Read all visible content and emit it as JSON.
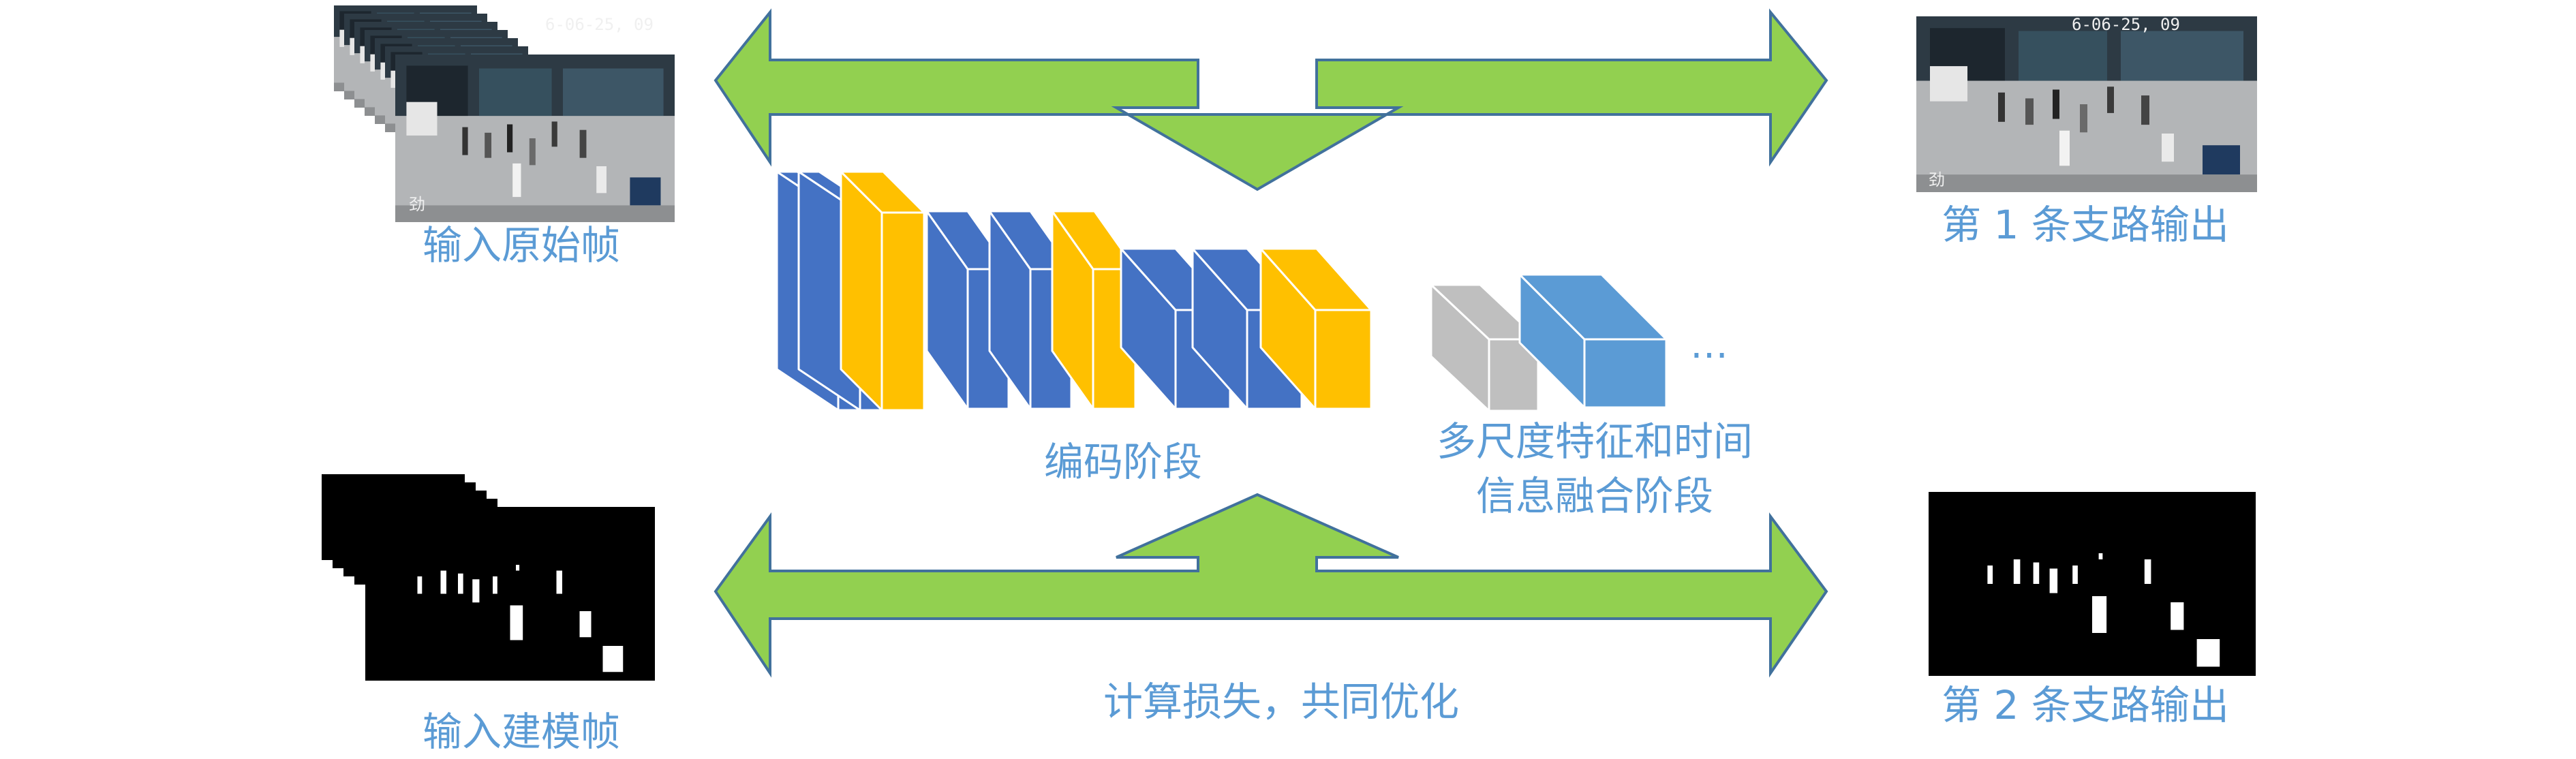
{
  "labels": {
    "input_raw": "输入原始帧",
    "input_model": "输入建模帧",
    "output_1": "第 1 条支路输出",
    "output_2": "第 2 条支路输出",
    "encode_stage": "编码阶段",
    "fusion_line1": "多尺度特征和时间",
    "fusion_line2": "信息融合阶段",
    "loss": "计算损失，共同优化",
    "ellipsis": "…"
  },
  "frame_overlay": {
    "timestamp": "6-06-25, 09",
    "corner": "劲"
  },
  "colors": {
    "arrow_fill": "#92d050",
    "arrow_stroke": "#41719c",
    "block_blue": "#4472c4",
    "block_yellow": "#ffc000",
    "block_gray": "#bfbfbf",
    "block_lightblue": "#5b9bd5",
    "label_text": "#5b9bd5"
  }
}
